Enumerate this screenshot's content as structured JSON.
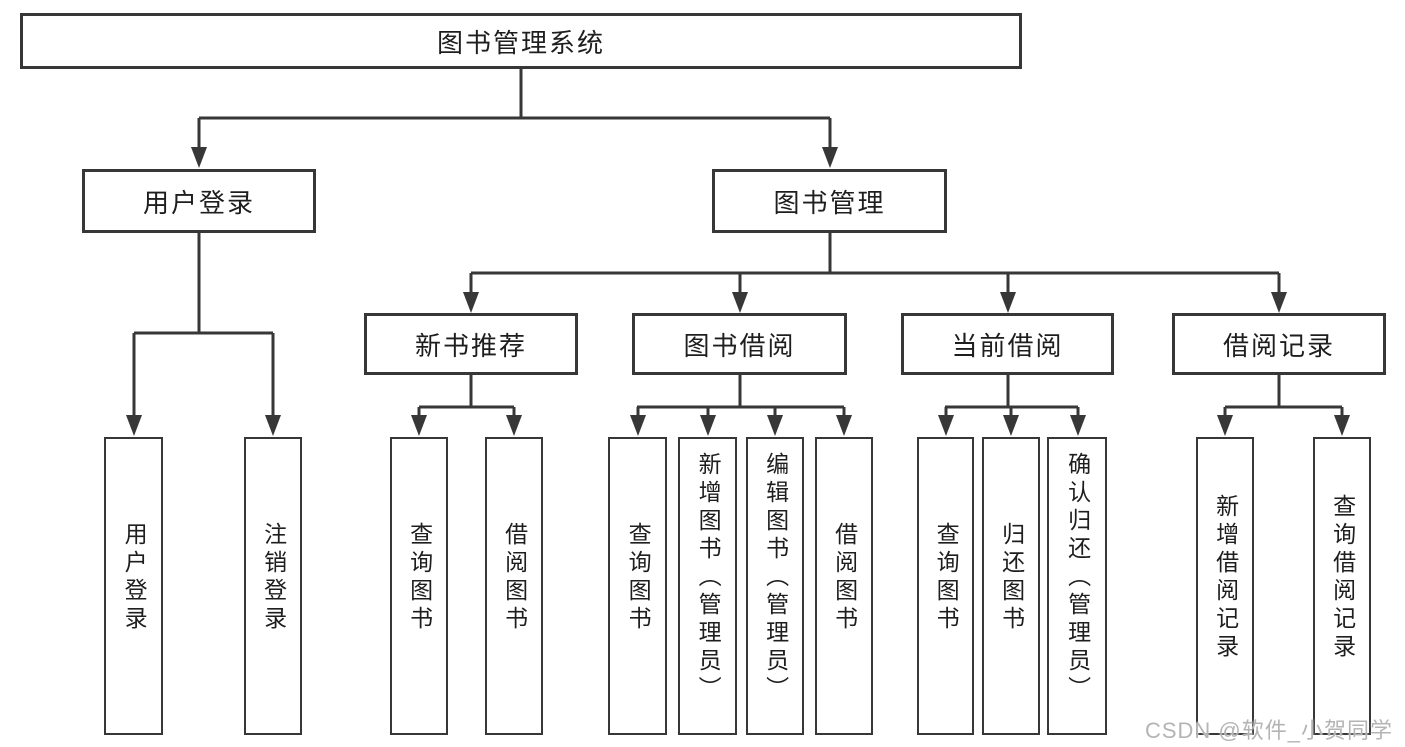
{
  "tree": {
    "root": "图书管理系统",
    "level2": {
      "user_login": "用户登录",
      "book_management": "图书管理"
    },
    "level3": {
      "new_book_recommend": "新书推荐",
      "book_borrowing": "图书借阅",
      "current_borrowing": "当前借阅",
      "borrow_records": "借阅记录"
    },
    "leaves": {
      "user_login": [
        "用户登录",
        "注销登录"
      ],
      "new_book_recommend": [
        "查询图书",
        "借阅图书"
      ],
      "book_borrowing": [
        "查询图书",
        "新增图书（管理员）",
        "编辑图书（管理员）",
        "借阅图书"
      ],
      "current_borrowing": [
        "查询图书",
        "归还图书",
        "确认归还（管理员）"
      ],
      "borrow_records": [
        "新增借阅记录",
        "查询借阅记录"
      ]
    }
  },
  "watermark": "CSDN @软件_小贺同学",
  "colors": {
    "line": "#373737",
    "text": "#1e1e1e",
    "watermark": "#b4b4b4",
    "background": "#ffffff"
  }
}
